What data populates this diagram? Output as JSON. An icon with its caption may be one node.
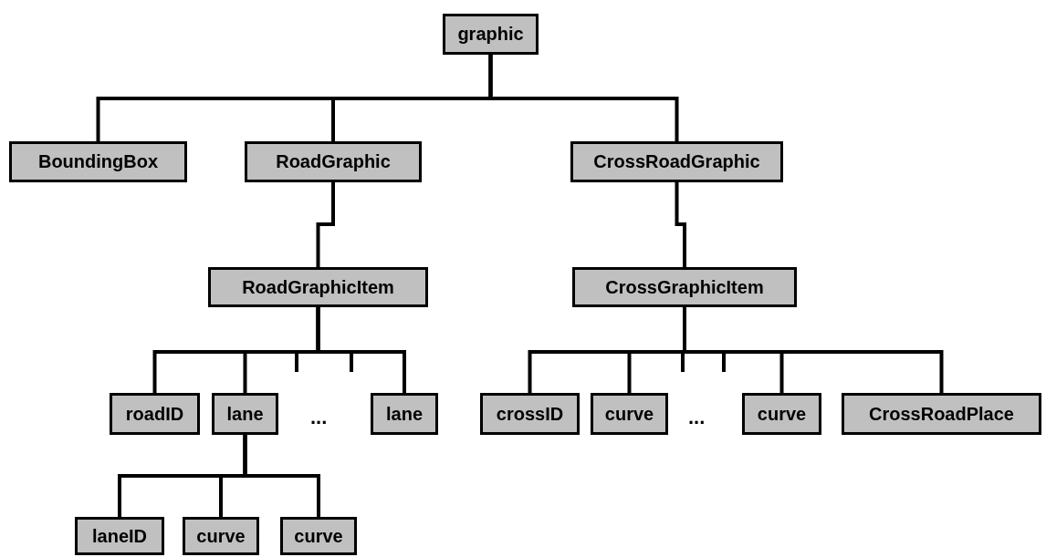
{
  "diagram": {
    "nodes": [
      {
        "text": [
          "graphic"
        ]
      },
      {
        "text": [
          "BoundingBox"
        ]
      },
      {
        "text": [
          "RoadGraphic"
        ]
      },
      {
        "text": [
          "CrossRoadGraphic"
        ]
      },
      {
        "text": [
          "RoadGraphicItem"
        ]
      },
      {
        "text": [
          "CrossGraphicItem"
        ]
      },
      {
        "text": [
          "roadID"
        ]
      },
      {
        "text": [
          "lane"
        ]
      },
      {
        "text": [
          "lane"
        ]
      },
      {
        "text": [
          "crossID"
        ]
      },
      {
        "text": [
          "curve"
        ]
      },
      {
        "text": [
          "curve"
        ]
      },
      {
        "text": [
          "CrossRoadPlace"
        ]
      },
      {
        "text": [
          "laneID"
        ]
      },
      {
        "text": [
          "curve"
        ]
      },
      {
        "text": [
          "curve"
        ]
      }
    ],
    "edges": [
      {
        "from": 0,
        "to": 1,
        "arrow": "none"
      },
      {
        "from": 0,
        "to": 2,
        "arrow": "none"
      },
      {
        "from": 0,
        "to": 3,
        "arrow": "none"
      },
      {
        "from": 2,
        "to": 4,
        "arrow": "none"
      },
      {
        "from": 3,
        "to": 5,
        "arrow": "none"
      },
      {
        "from": 4,
        "to": 6,
        "arrow": "none"
      },
      {
        "from": 4,
        "to": 7,
        "arrow": "none"
      },
      {
        "from": 4,
        "to": 8,
        "arrow": "none"
      },
      {
        "from": 5,
        "to": 9,
        "arrow": "none"
      },
      {
        "from": 5,
        "to": 10,
        "arrow": "none"
      },
      {
        "from": 5,
        "to": 11,
        "arrow": "none"
      },
      {
        "from": 5,
        "to": 12,
        "arrow": "none"
      },
      {
        "from": 7,
        "to": 13,
        "arrow": "none"
      },
      {
        "from": 7,
        "to": 14,
        "arrow": "none"
      },
      {
        "from": 7,
        "to": 15,
        "arrow": "none"
      }
    ],
    "labels": [
      "...",
      "..."
    ]
  }
}
